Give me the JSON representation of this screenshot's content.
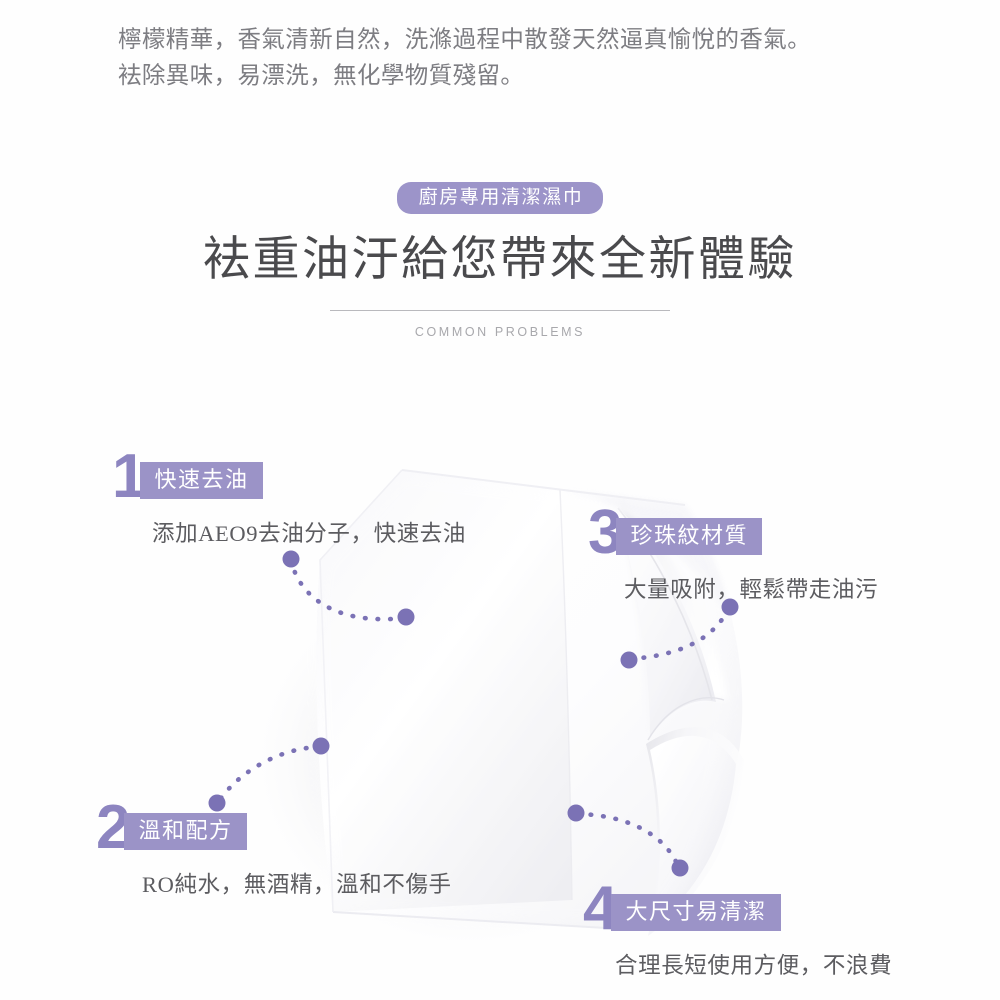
{
  "intro": {
    "line1": "檸檬精華，香氣清新自然，洗滌過程中散發天然逼真愉悅的香氣。",
    "line2": "袪除異味，易漂洗，無化學物質殘留。"
  },
  "header": {
    "badge": "廚房專用清潔濕巾",
    "headline": "袪重油汙給您帶來全新體驗",
    "subtitle": "COMMON PROBLEMS"
  },
  "features": [
    {
      "number": "1",
      "tag": "快速去油",
      "desc": "添加AEO9去油分子，快速去油"
    },
    {
      "number": "3",
      "tag": "珍珠紋材質",
      "desc": "大量吸附，輕鬆帶走油污"
    },
    {
      "number": "2",
      "tag": "溫和配方",
      "desc": "RO純水，無酒精，溫和不傷手"
    },
    {
      "number": "4",
      "tag": "大尺寸易清潔",
      "desc": "合理長短使用方便，不浪費"
    }
  ],
  "colors": {
    "accent": "#9b93c7",
    "accent_dark": "#7b72b5",
    "number": "#8d85c0",
    "heading": "#4a4a4d",
    "body_text": "#5c5c60",
    "muted": "#a8a8ac",
    "background": "#fefefe"
  },
  "illustration": {
    "name": "kitchen-wipe-cloth",
    "description": "white textured wipe sheet with curled corner"
  }
}
